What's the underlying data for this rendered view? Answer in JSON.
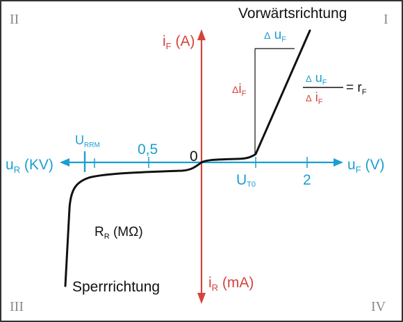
{
  "quadrants": {
    "q1": "I",
    "q2": "II",
    "q3": "III",
    "q4": "IV"
  },
  "labels": {
    "forward_direction": "Vorwärtsrichtung",
    "reverse_direction": "Sperrrichtung",
    "origin": "0",
    "if_axis": {
      "main": "i",
      "sub": "F",
      "unit": " (A)"
    },
    "ir_axis": {
      "main": "i",
      "sub": "R",
      "unit": " (mA)"
    },
    "uf_axis": {
      "main": "u",
      "sub": "F",
      "unit": " (V)"
    },
    "ur_axis": {
      "main": "u",
      "sub": "R",
      "unit": " (KV)"
    },
    "urrm": {
      "main": "U",
      "sub": "RRM"
    },
    "ut0": {
      "main": "U",
      "sub": "T0"
    },
    "tick_half": "0,5",
    "tick_two": "2",
    "delta_uf": {
      "delta": "Δ",
      "main": " u",
      "sub": "F"
    },
    "delta_if": {
      "delta": "Δ",
      "main": "i",
      "sub": "F"
    },
    "formula_num": {
      "delta": "Δ",
      "main": " u",
      "sub": "F"
    },
    "formula_den": {
      "delta": "Δ",
      "main": " i",
      "sub": "F"
    },
    "formula_rhs": {
      "main": "= r",
      "sub": "F"
    },
    "rr": {
      "main": "R",
      "sub": "R",
      "unit": " (MΩ)"
    }
  },
  "colors": {
    "axis_blue": "#1a9fd0",
    "axis_red": "#d4443c",
    "curve": "#111111",
    "border": "#333333"
  }
}
